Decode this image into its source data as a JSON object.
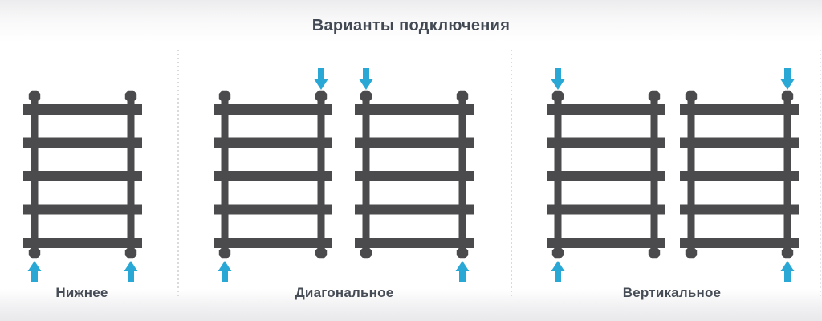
{
  "title": "Варианты подключения",
  "groups": [
    {
      "id": "bottom",
      "label": "Нижнее",
      "ladders": [
        {
          "arrows": [
            {
              "position": "bottom-left",
              "direction": "up"
            },
            {
              "position": "bottom-right",
              "direction": "up"
            }
          ]
        }
      ]
    },
    {
      "id": "diagonal",
      "label": "Диагональное",
      "ladders": [
        {
          "arrows": [
            {
              "position": "top-right",
              "direction": "down"
            },
            {
              "position": "bottom-left",
              "direction": "up"
            }
          ]
        },
        {
          "arrows": [
            {
              "position": "top-left",
              "direction": "down"
            },
            {
              "position": "bottom-right",
              "direction": "up"
            }
          ]
        }
      ]
    },
    {
      "id": "vertical",
      "label": "Вертикальное",
      "ladders": [
        {
          "arrows": [
            {
              "position": "top-left",
              "direction": "down"
            },
            {
              "position": "bottom-left",
              "direction": "up"
            }
          ]
        },
        {
          "arrows": [
            {
              "position": "top-right",
              "direction": "down"
            },
            {
              "position": "bottom-right",
              "direction": "up"
            }
          ]
        }
      ]
    }
  ],
  "ladder": {
    "rung_count": 5
  },
  "colors": {
    "ladder": "#4b4b4d",
    "arrow": "#29a8d6",
    "heading": "#424953",
    "label": "#464c55",
    "divider": "#d9dadc"
  }
}
